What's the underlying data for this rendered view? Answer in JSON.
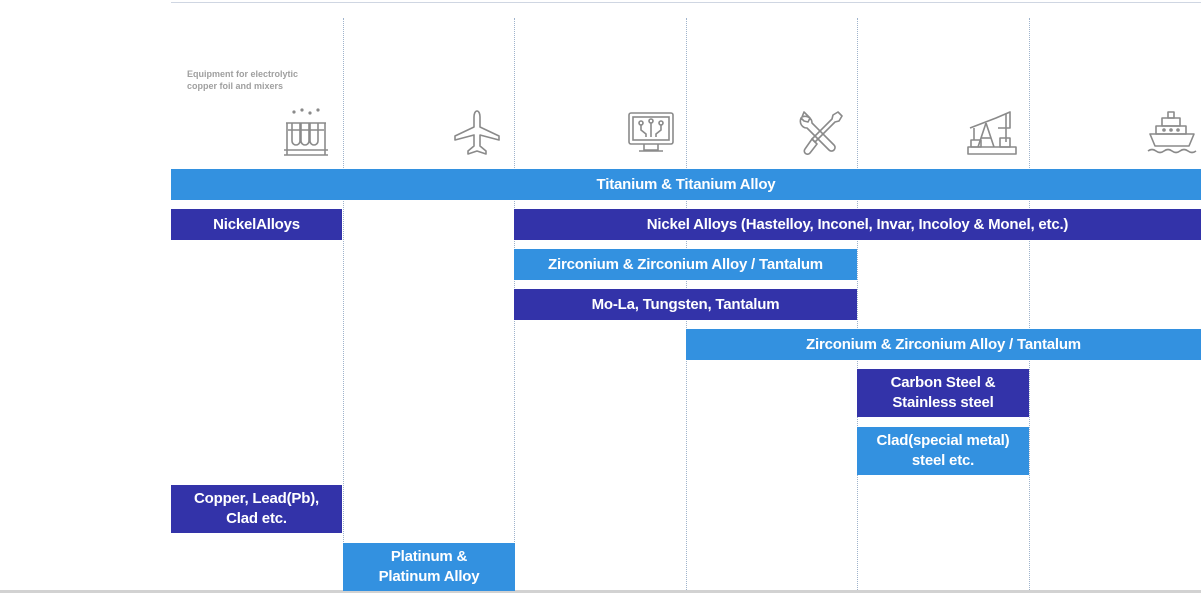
{
  "header_note": "Equipment for electrolytic copper foil and mixers",
  "icons": [
    "test-tubes-icon",
    "airplane-icon",
    "circuit-monitor-icon",
    "tools-icon",
    "oil-pump-icon",
    "ship-icon"
  ],
  "colors": {
    "light_bar": "#3391e0",
    "dark_bar": "#3333a9",
    "icon": "#8a8a8a"
  },
  "bars": {
    "titanium": "Titanium & Titanium Alloy",
    "nickel_short": "NickelAlloys",
    "nickel_long": "Nickel Alloys (Hastelloy, Inconel, Invar, Incoloy & Monel, etc.)",
    "zirconium_1": "Zirconium & Zirconium Alloy / Tantalum",
    "mo_la": "Mo-La, Tungsten, Tantalum",
    "zirconium_2": "Zirconium & Zirconium Alloy / Tantalum",
    "carbon_steel": [
      "Carbon Steel &",
      "Stainless steel"
    ],
    "clad_special": [
      "Clad(special metal)",
      "steel etc."
    ],
    "copper_lead": [
      "Copper, Lead(Pb),",
      "Clad etc."
    ],
    "platinum": [
      "Platinum &",
      "Platinum Alloy"
    ]
  }
}
